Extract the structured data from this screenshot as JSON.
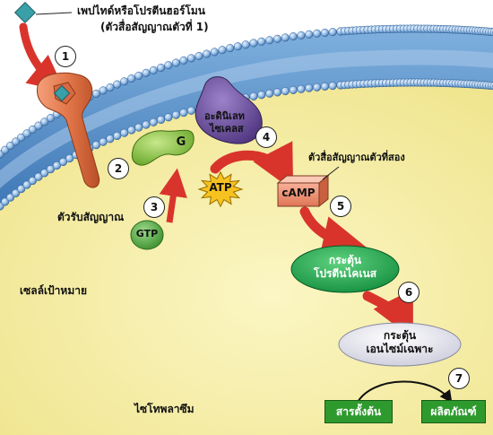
{
  "labels": {
    "hormone_line1": "เพปไทด์หรือโปรตีนฮอร์โมน",
    "hormone_line2": "(ตัวสื่อสัญญาณตัวที่ 1)",
    "receptor": "ตัวรับสัญญาณ",
    "g_protein": "G",
    "gtp": "GTP",
    "atp": "ATP",
    "adenylate_line1": "อะดินิเลท",
    "adenylate_line2": "ไซเคลส",
    "second_messenger": "ตัวสื่อสัญญาณตัวที่สอง",
    "camp": "cAMP",
    "kinase_line1": "กระตุ้น",
    "kinase_line2": "โปรตีนไคเนส",
    "enzyme_line1": "กระตุ้น",
    "enzyme_line2": "เอนไซม์เฉพาะ",
    "substrate": "สารตั้งต้น",
    "product": "ผลิตภัณฑ์",
    "target_cell": "เซลล์เป้าหมาย",
    "cytoplasm": "ไซโทพลาซึม"
  },
  "steps": [
    "1",
    "2",
    "3",
    "4",
    "5",
    "6",
    "7"
  ],
  "colors": {
    "membrane": "#5d95cc",
    "cytoplasm": "#f6efa6",
    "receptor": "#e2764a",
    "g_protein": "#8cc63f",
    "gtp": "#55b043",
    "adenylate_cyclase": "#6b4d9e",
    "arrow": "#d9342b",
    "camp": "#f08d6f",
    "kinase": "#19a34a",
    "enzyme": "#e6e6ef",
    "product_box": "#2e9a2e",
    "hormone": "#39a0a8"
  }
}
